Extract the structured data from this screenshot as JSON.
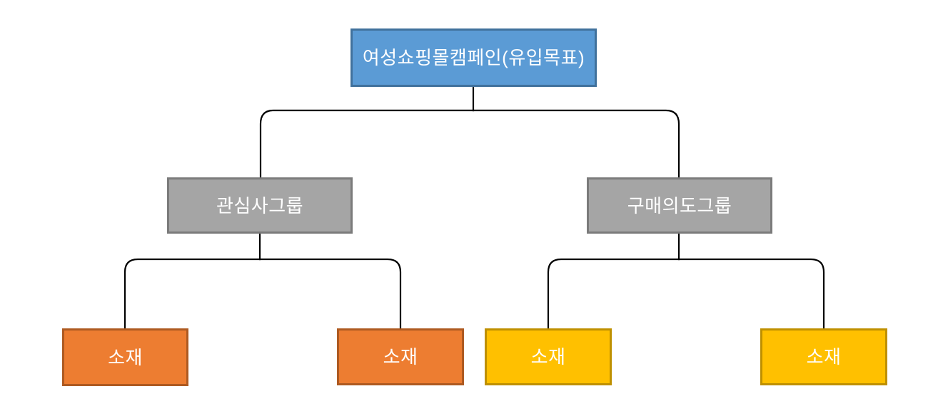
{
  "diagram": {
    "type": "org-chart",
    "description": "Ad campaign hierarchy: campaign > ad groups > creatives",
    "nodes": {
      "root": {
        "id": "campaign",
        "label": "여성쇼핑몰캠페인(유입목표)",
        "level": 1
      },
      "group1": {
        "id": "interest-group",
        "label": "관심사그룹",
        "level": 2
      },
      "group2": {
        "id": "purchase-intent-group",
        "label": "구매의도그룹",
        "level": 2
      },
      "c1": {
        "id": "creative-1",
        "label": "소재",
        "level": 3,
        "color_key": "orange"
      },
      "c2": {
        "id": "creative-2",
        "label": "소재",
        "level": 3,
        "color_key": "orange"
      },
      "c3": {
        "id": "creative-3",
        "label": "소재",
        "level": 3,
        "color_key": "yellow"
      },
      "c4": {
        "id": "creative-4",
        "label": "소재",
        "level": 3,
        "color_key": "yellow"
      }
    },
    "edges": [
      [
        "campaign",
        "interest-group"
      ],
      [
        "campaign",
        "purchase-intent-group"
      ],
      [
        "interest-group",
        "creative-1"
      ],
      [
        "interest-group",
        "creative-2"
      ],
      [
        "purchase-intent-group",
        "creative-3"
      ],
      [
        "purchase-intent-group",
        "creative-4"
      ]
    ]
  },
  "colors": {
    "background": "#ffffff",
    "connector": "#000000",
    "text": "#ffffff",
    "campaign_fill": "#5B9BD5",
    "campaign_border": "#41719C",
    "group_fill": "#A5A5A5",
    "group_border": "#7B7B7B",
    "orange_fill": "#ED7D31",
    "orange_border": "#AE5A21",
    "yellow_fill": "#FFC000",
    "yellow_border": "#BF9000"
  }
}
